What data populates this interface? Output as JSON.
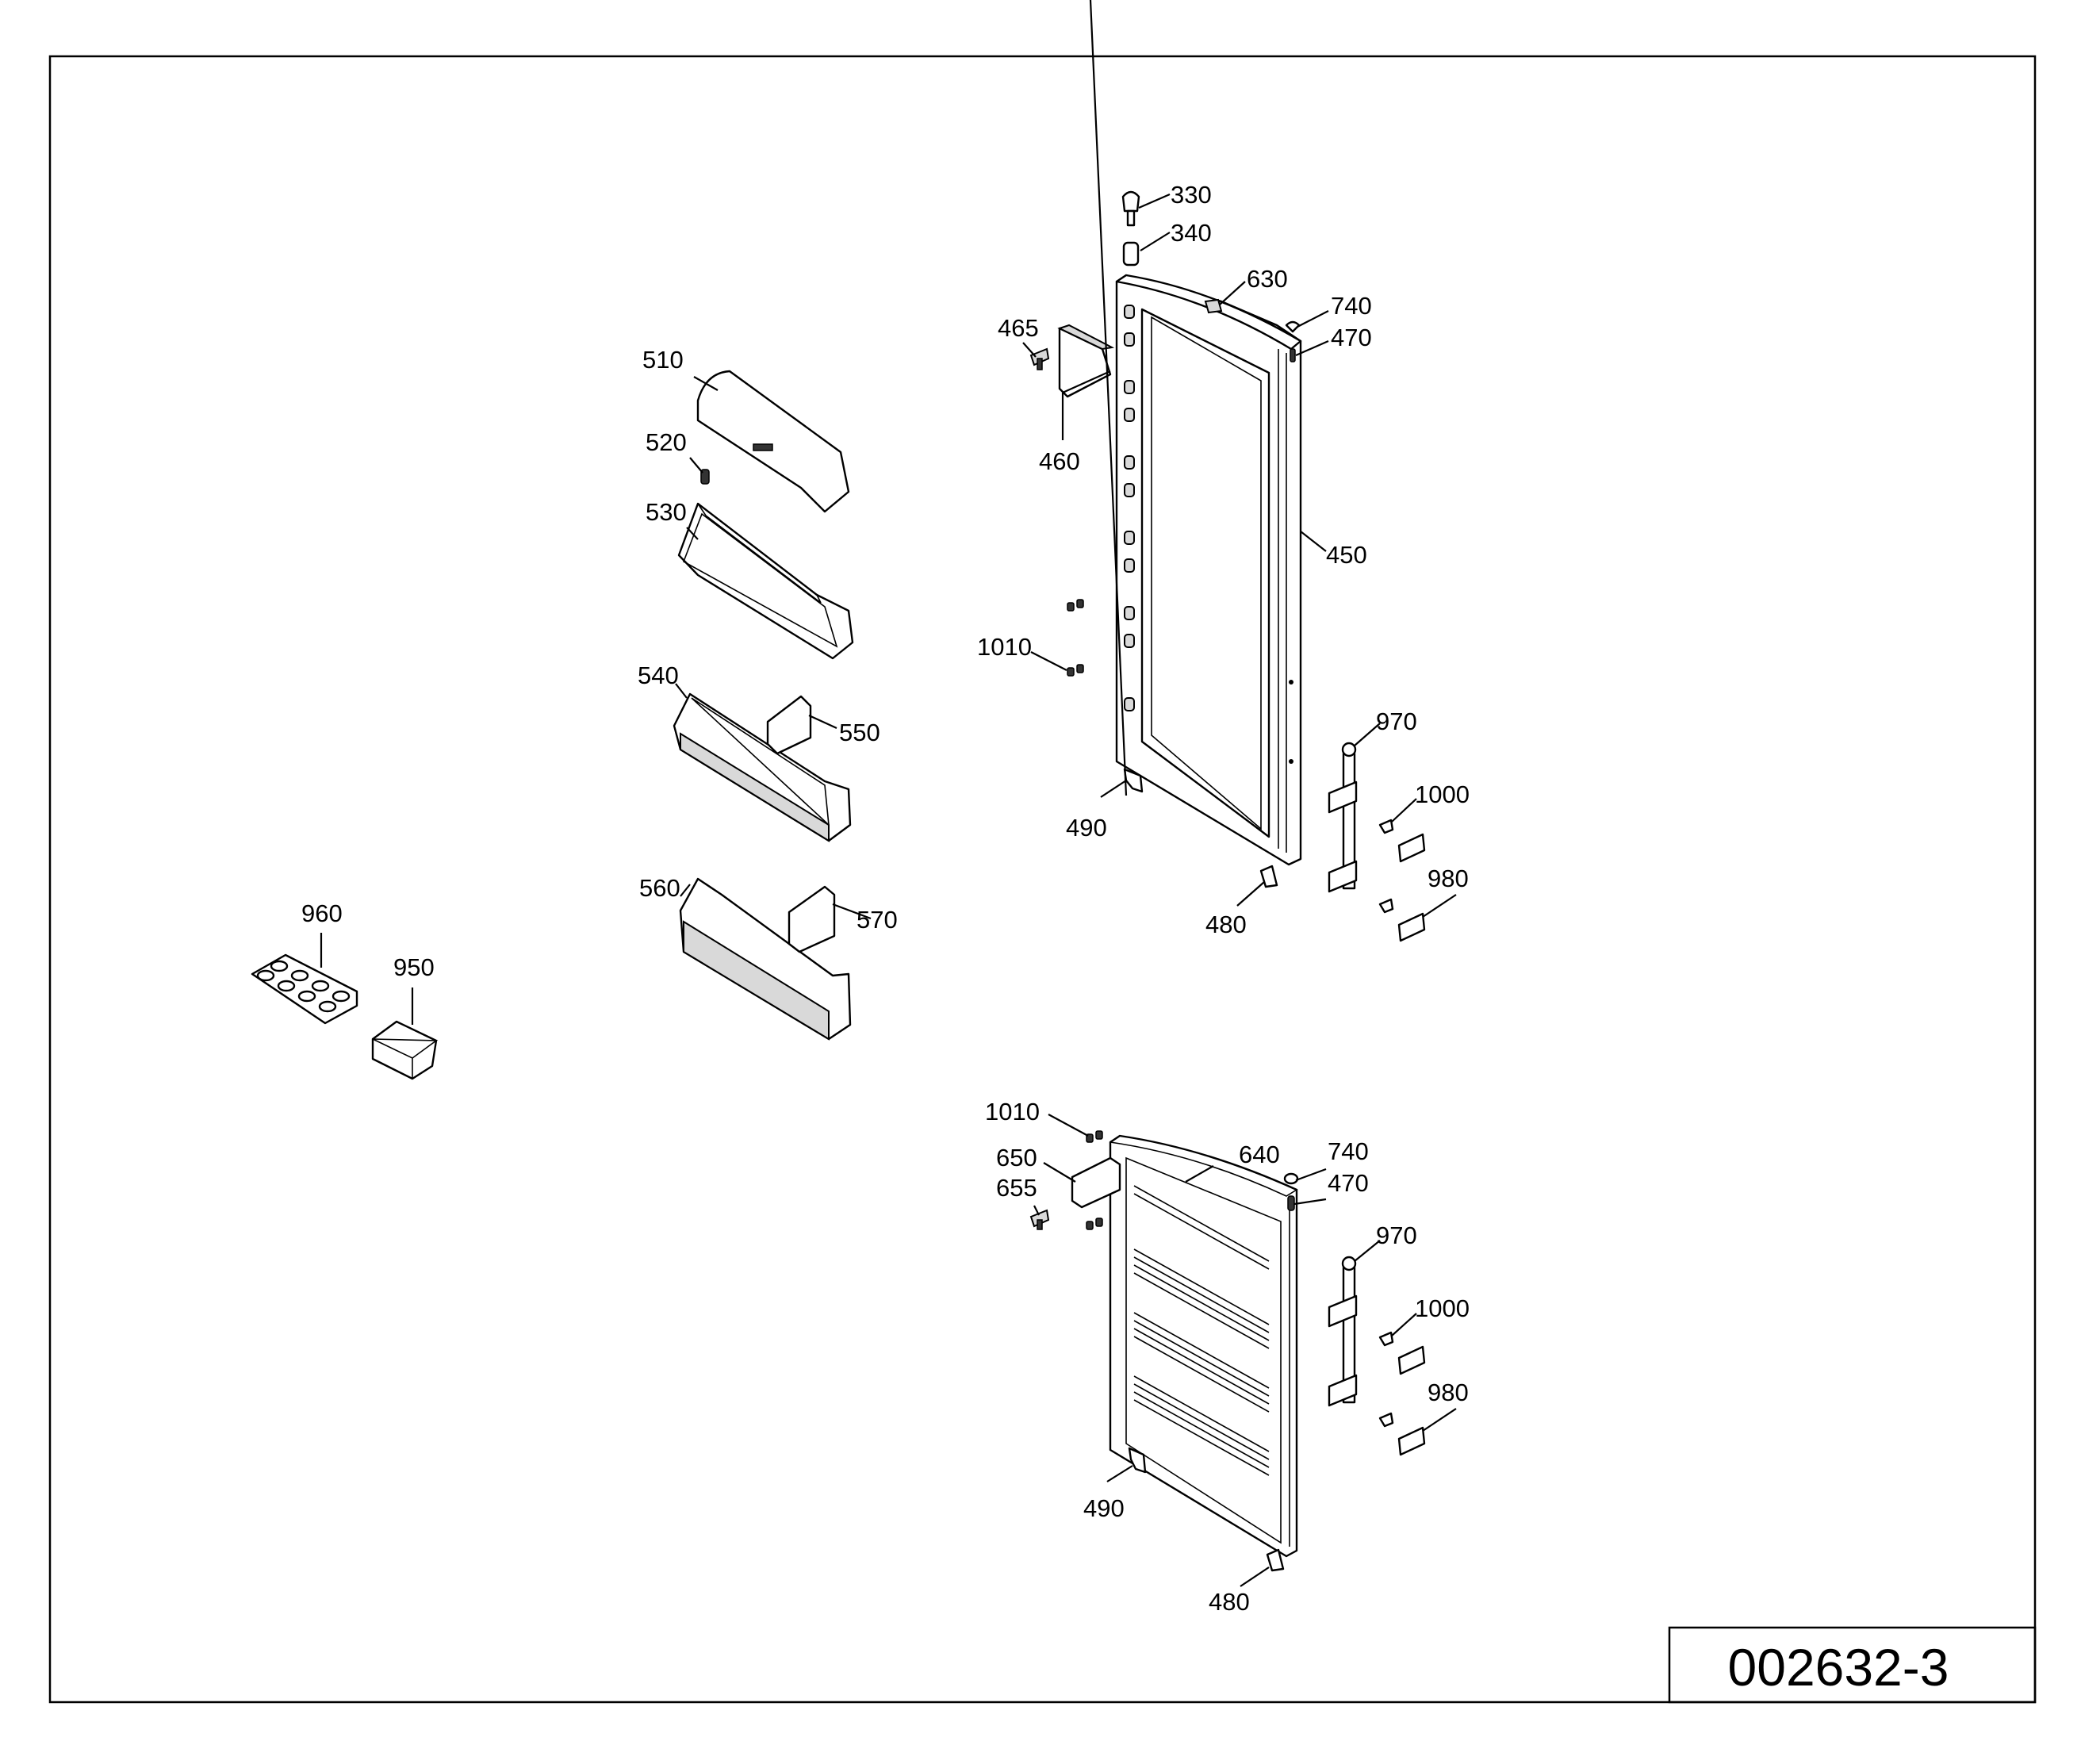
{
  "drawing_code": "002632-3",
  "labels": {
    "p330": "330",
    "p340": "340",
    "p630": "630",
    "p740a": "740",
    "p470a": "470",
    "p465": "465",
    "p460": "460",
    "p450": "450",
    "p510": "510",
    "p520": "520",
    "p530": "530",
    "p540": "540",
    "p550": "550",
    "p560": "560",
    "p570": "570",
    "p1010a": "1010",
    "p490a": "490",
    "p970a": "970",
    "p1000a": "1000",
    "p980a": "980",
    "p480a": "480",
    "p960": "960",
    "p950": "950",
    "p1010b": "1010",
    "p650": "650",
    "p655": "655",
    "p640": "640",
    "p740b": "740",
    "p470b": "470",
    "p970b": "970",
    "p1000b": "1000",
    "p980b": "980",
    "p490b": "490",
    "p480b": "480"
  }
}
